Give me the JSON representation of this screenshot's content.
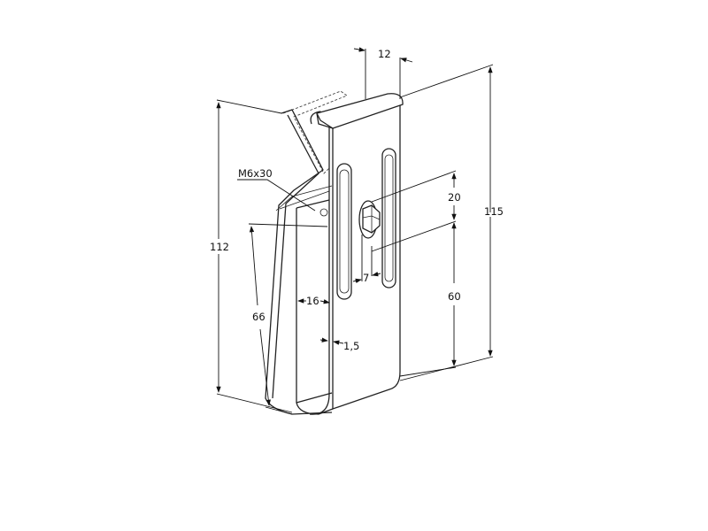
{
  "drawing": {
    "callouts": {
      "bolt": "M6x30"
    },
    "dimensions": {
      "slot_offset": "12",
      "total_height": "115",
      "back_height": "112",
      "bolt_to_slot_top": "20",
      "bolt_to_bottom": "60",
      "slot_width": "7",
      "gap_width": "16",
      "back_length": "66",
      "thickness": "1,5"
    }
  }
}
